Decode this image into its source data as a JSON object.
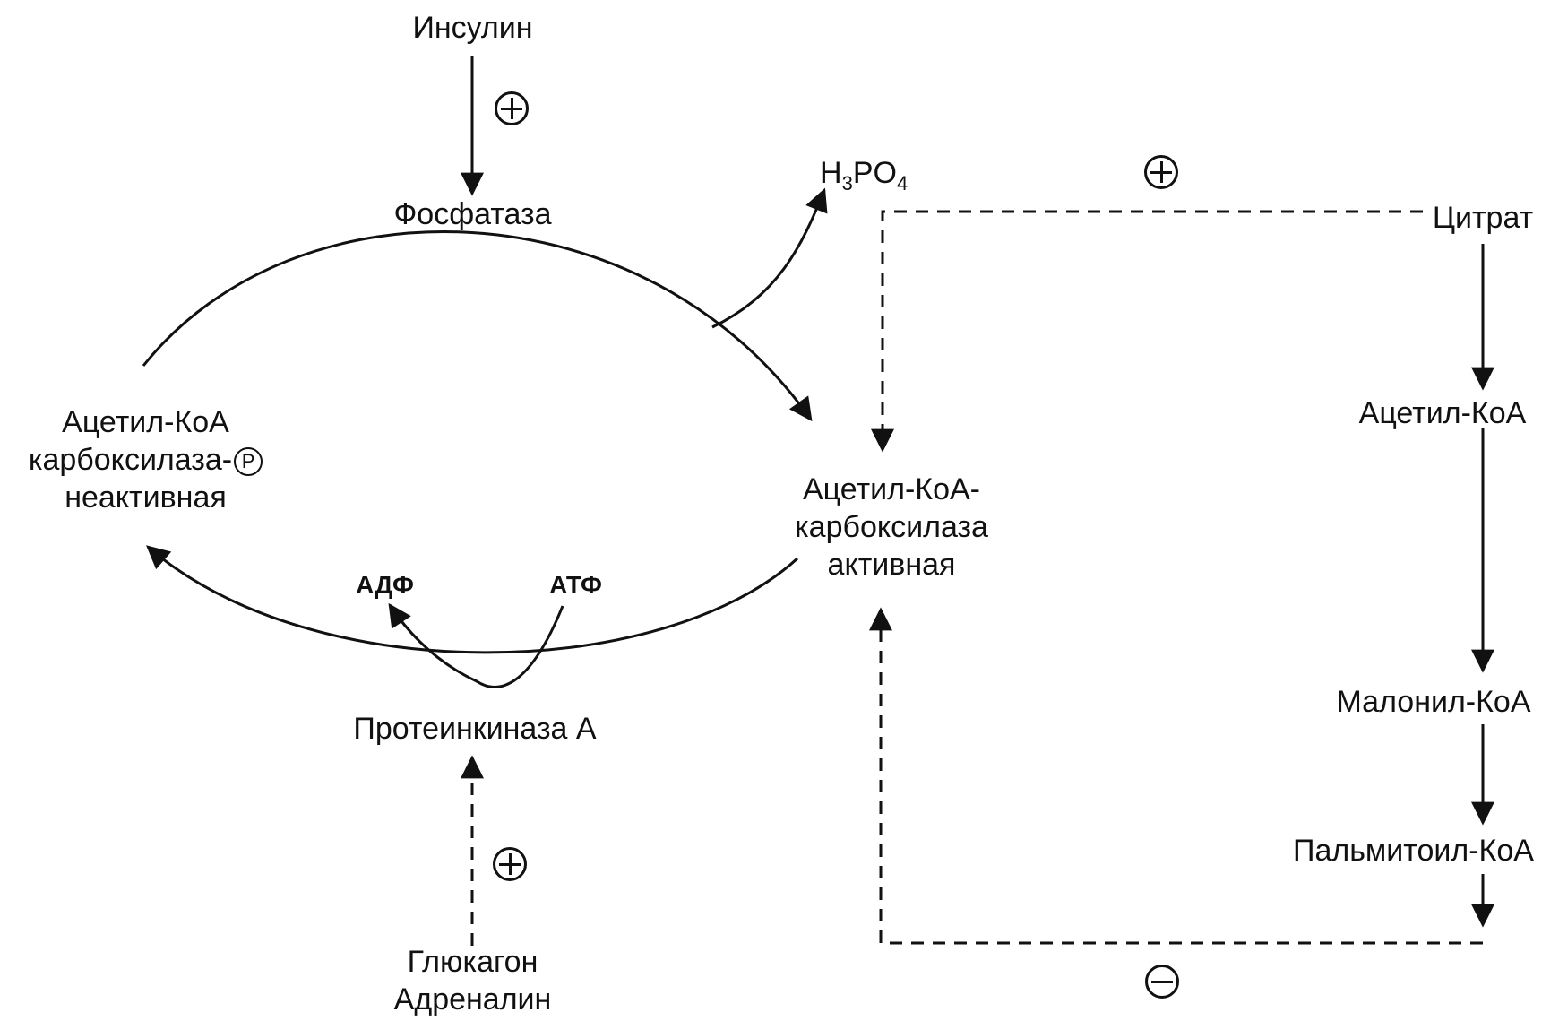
{
  "nodes": {
    "insulin": "Инсулин",
    "phosphatase": "Фосфатаза",
    "h3po4": {
      "main": "H",
      "sub1": "3",
      "mid": "PO",
      "sub2": "4"
    },
    "citrate": "Цитрат",
    "acetyl_coa": "Ацетил-КоА",
    "malonyl_coa": "Малонил-КоА",
    "palmitoyl_coa": "Пальмитоил-КоА",
    "inactive_enzyme": {
      "line1": "Ацетил-КоА",
      "line2": "карбоксилаза-",
      "p_symbol": "P",
      "line3": "неактивная"
    },
    "active_enzyme": {
      "line1": "Ацетил-КоА-",
      "line2": "карбоксилаза",
      "line3": "активная"
    },
    "adp": "АДФ",
    "atp": "АТФ",
    "pka": "Протеинкиназа А",
    "glucagon": "Глюкагон",
    "adrenaline": "Адреналин"
  },
  "signs": {
    "insulin_effect": "plus",
    "citrate_effect": "plus",
    "glucagon_effect": "plus",
    "palmitoyl_effect": "minus"
  },
  "colors": {
    "ink": "#111111",
    "background": "#ffffff"
  }
}
